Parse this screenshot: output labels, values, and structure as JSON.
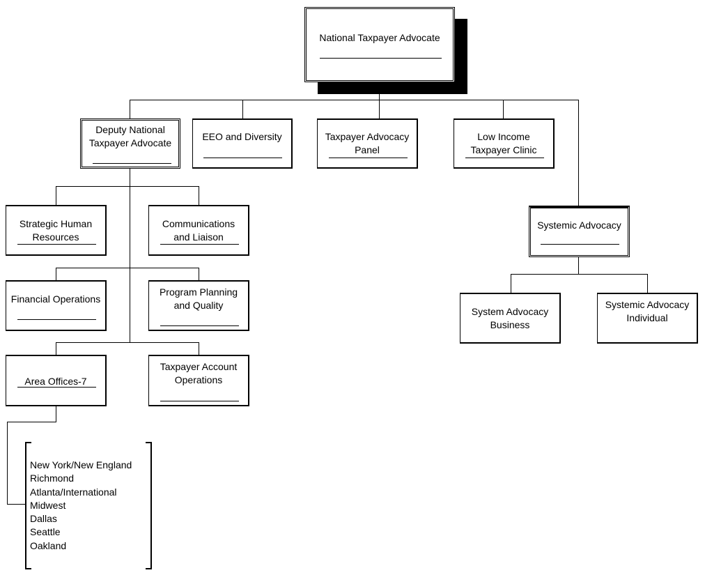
{
  "nodes": {
    "national_taxpayer_advocate": "National Taxpayer Advocate",
    "deputy_national_taxpayer_advocate": "Deputy National Taxpayer Advocate",
    "eeo_and_diversity": "EEO and Diversity",
    "taxpayer_advocacy_panel": "Taxpayer Advocacy Panel",
    "low_income_taxpayer_clinic": "Low Income Taxpayer Clinic",
    "systemic_advocacy": "Systemic Advocacy",
    "strategic_human_resources": "Strategic Human Resources",
    "communications_and_liaison": "Communications and Liaison",
    "financial_operations": "Financial Operations",
    "program_planning_and_quality": "Program Planning and Quality",
    "area_offices": "Area Offices-7",
    "taxpayer_account_operations": "Taxpayer Account Operations",
    "system_advocacy_business": "System Advocacy Business",
    "systemic_advocacy_individual": "Systemic Advocacy Individual"
  },
  "area_office_list": [
    "New York/New England",
    "Richmond",
    "Atlanta/International",
    "Midwest",
    "Dallas",
    "Seattle",
    "Oakland"
  ]
}
